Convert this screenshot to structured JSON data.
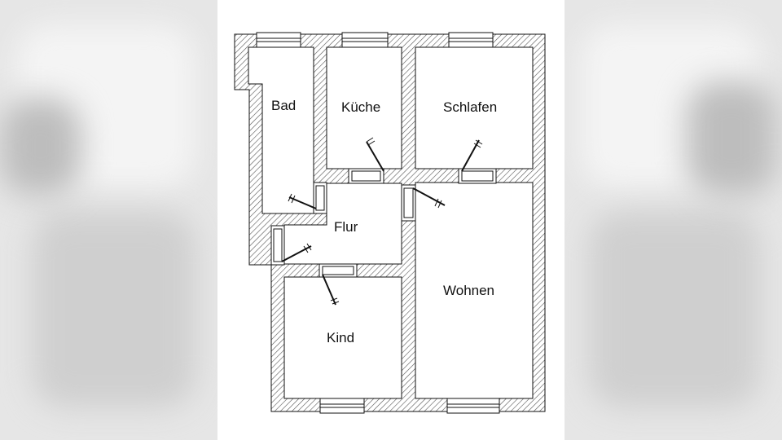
{
  "rooms": {
    "bad": "Bad",
    "kueche": "Küche",
    "schlafen": "Schlafen",
    "flur": "Flur",
    "wohnen": "Wohnen",
    "kind": "Kind"
  },
  "colors": {
    "wall_hatch": "#555555",
    "wall_fill": "#ffffff",
    "outline": "#111111",
    "side_background": "#e6e6e6"
  }
}
